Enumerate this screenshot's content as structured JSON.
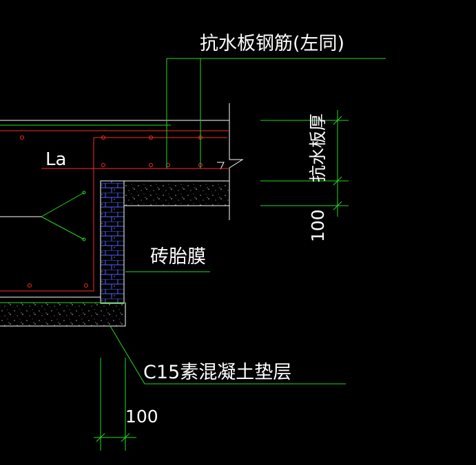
{
  "labels": {
    "top_note": "抗水板钢筋(左同)",
    "anchorage": "La",
    "brick_mould": "砖胎膜",
    "cushion": "C15素混凝土垫层",
    "slab_thickness": "抗水板厚",
    "dim_right": "100",
    "dim_bottom": "100"
  },
  "colors": {
    "background": "#000000",
    "rebar": "#ff2a2a",
    "leader": "#22dd22",
    "concrete": "#ffffff",
    "brick": "#5566ff",
    "text": "#ffffff"
  }
}
